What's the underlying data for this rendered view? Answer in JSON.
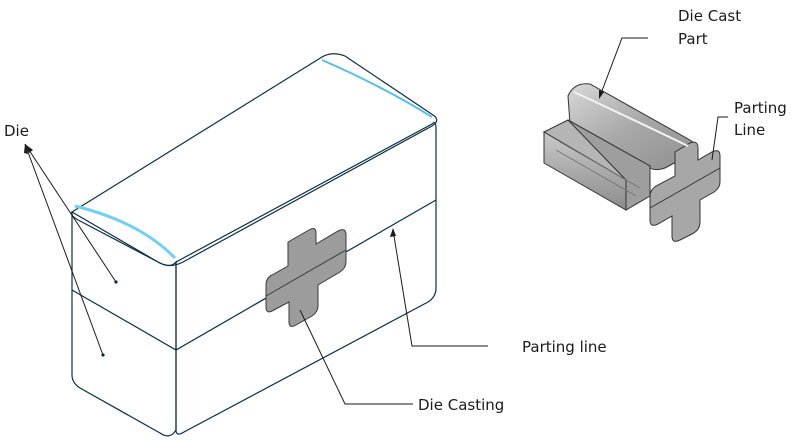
{
  "labels": {
    "die": "Die",
    "die_casting": "Die Casting",
    "parting_line": "Parting line",
    "die_cast_part_line1": "Die Cast",
    "die_cast_part_line2": "Part",
    "part_parting_line1": "Parting",
    "part_parting_line2": "Line"
  },
  "colors": {
    "die_top": "#0d9bd4",
    "die_front": "#2585b6",
    "die_side": "#2f88b3",
    "casting": "#9a9a9a",
    "outline": "#0a2f45"
  }
}
